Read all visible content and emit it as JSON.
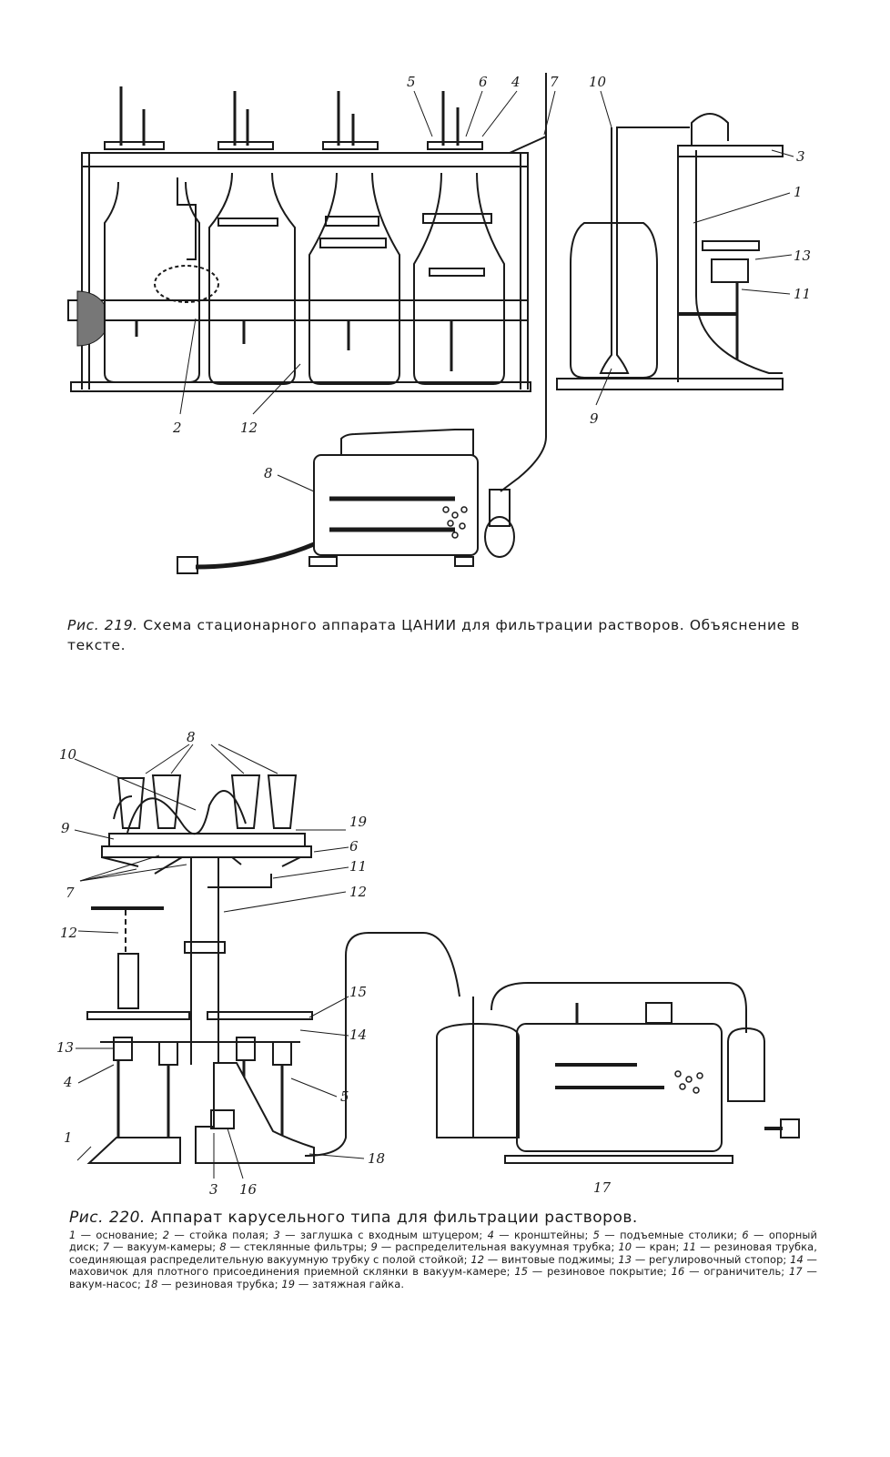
{
  "figure219": {
    "callouts": [
      "5",
      "6",
      "4",
      "7",
      "10",
      "3",
      "1",
      "13",
      "11",
      "2",
      "12",
      "8",
      "9"
    ],
    "caption_number": "Рис. 219.",
    "caption_text": "Схема стационарного аппарата ЦАНИИ для фильтрации растворов. Объяснение в тексте."
  },
  "figure220": {
    "callouts": [
      "8",
      "10",
      "9",
      "19",
      "6",
      "11",
      "7",
      "12",
      "12",
      "15",
      "14",
      "13",
      "4",
      "5",
      "1",
      "3",
      "16",
      "18",
      "17"
    ],
    "caption_number": "Рис. 220.",
    "caption_text": "Аппарат карусельного типа для фильтрации растворов.",
    "legend": [
      {
        "n": "1",
        "t": "основание;"
      },
      {
        "n": "2",
        "t": "стойка полая;"
      },
      {
        "n": "3",
        "t": "заглушка с входным штуцером;"
      },
      {
        "n": "4",
        "t": "кронштейны;"
      },
      {
        "n": "5",
        "t": "подъемные столики;"
      },
      {
        "n": "6",
        "t": "опорный диск;"
      },
      {
        "n": "7",
        "t": "вакуум-камеры;"
      },
      {
        "n": "8",
        "t": "стеклянные фильтры;"
      },
      {
        "n": "9",
        "t": "распределительная вакуумная трубка;"
      },
      {
        "n": "10",
        "t": "кран;"
      },
      {
        "n": "11",
        "t": "резиновая трубка, соединяющая распределительную вакуумную трубку с полой стойкой;"
      },
      {
        "n": "12",
        "t": "винтовые поджимы;"
      },
      {
        "n": "13",
        "t": "регулировочный стопор;"
      },
      {
        "n": "14",
        "t": "маховичок для плотного присоединения приемной склянки в вакуум-камере;"
      },
      {
        "n": "15",
        "t": "резиновое покрытие;"
      },
      {
        "n": "16",
        "t": "ограничитель;"
      },
      {
        "n": "17",
        "t": "вакум-насос;"
      },
      {
        "n": "18",
        "t": "резиновая трубка;"
      },
      {
        "n": "19",
        "t": "затяжная гайка."
      }
    ]
  }
}
